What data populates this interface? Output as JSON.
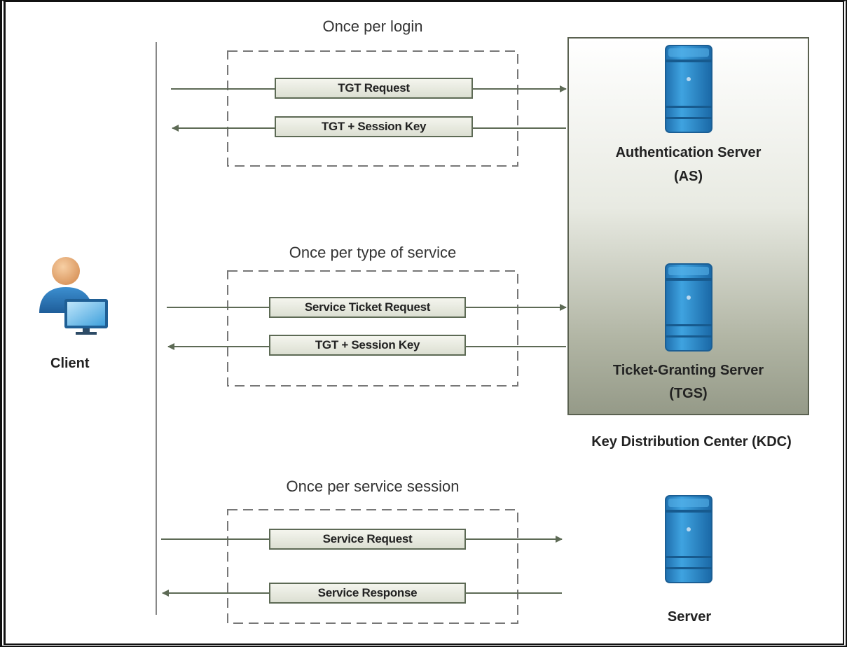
{
  "groups": [
    {
      "title": "Once per login",
      "messages": [
        "TGT Request",
        "TGT + Session Key"
      ]
    },
    {
      "title": "Once per type of service",
      "messages": [
        "Service Ticket Request",
        "TGT + Session Key"
      ]
    },
    {
      "title": "Once per service session",
      "messages": [
        "Service Request",
        "Service Response"
      ]
    }
  ],
  "client": {
    "label": "Client",
    "icon": "user-computer-icon"
  },
  "kdc": {
    "label": "Key Distribution Center (KDC)",
    "as": {
      "name": "Authentication Server",
      "abbr": "(AS)",
      "icon": "server-icon"
    },
    "tgs": {
      "name": "Ticket-Granting Server",
      "abbr": "(TGS)",
      "icon": "server-icon"
    }
  },
  "server": {
    "label": "Server",
    "icon": "server-icon"
  },
  "colors": {
    "arrow": "#5d6a55",
    "server_blue": "#2f8fd0",
    "kdc_border": "#5a6150",
    "dash": "#777777"
  }
}
